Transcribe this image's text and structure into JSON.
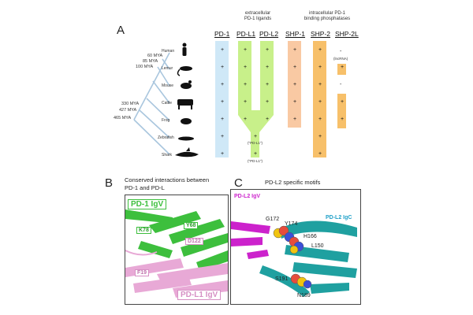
{
  "panel_a": {
    "label": "A",
    "group_extracellular": "extracellular\nPD-1 ligands",
    "group_intracellular": "intracellular PD-1\nbinding phosphatases",
    "columns": [
      "PD-1",
      "PD-L1",
      "PD-L2",
      "SHP-1",
      "SHP-2",
      "SHP-2L"
    ],
    "species": [
      "Human",
      "Lemur",
      "Mouse",
      "Cattle",
      "Frog",
      "Zebrafish",
      "Shark"
    ],
    "divergence": [
      "60 MYA",
      "85 MYA",
      "100 MYA",
      "330 MYA",
      "427 MYA",
      "465 MYA"
    ],
    "cell_mark": "+",
    "absent_mark": "-",
    "lncrna_note": "(lncRNA)",
    "zebrafish_note": "(\"PD-L1\")",
    "shark_note": "(\"PD-L1\")",
    "colors": {
      "pd1": "#cfe8f7",
      "ligand": "#c8f08a",
      "shp1": "#f9c9a3",
      "shp2": "#f7c06a",
      "tree": "#a9c6de"
    }
  },
  "panel_b": {
    "label": "B",
    "caption": "Conserved interactions between\nPD-1 and PD-L",
    "title_top": "PD-1 IgV",
    "title_bottom": "PD-L1 IgV",
    "residues": [
      "K78",
      "Y68",
      "D122",
      "F19"
    ]
  },
  "panel_c": {
    "label": "C",
    "caption": "PD-L2 specific motifs",
    "label_igv": "PD-L2 IgV",
    "label_igc": "PD-L2 IgC",
    "residues": [
      "G172",
      "Y174",
      "H166",
      "L150",
      "S191",
      "N189"
    ]
  }
}
